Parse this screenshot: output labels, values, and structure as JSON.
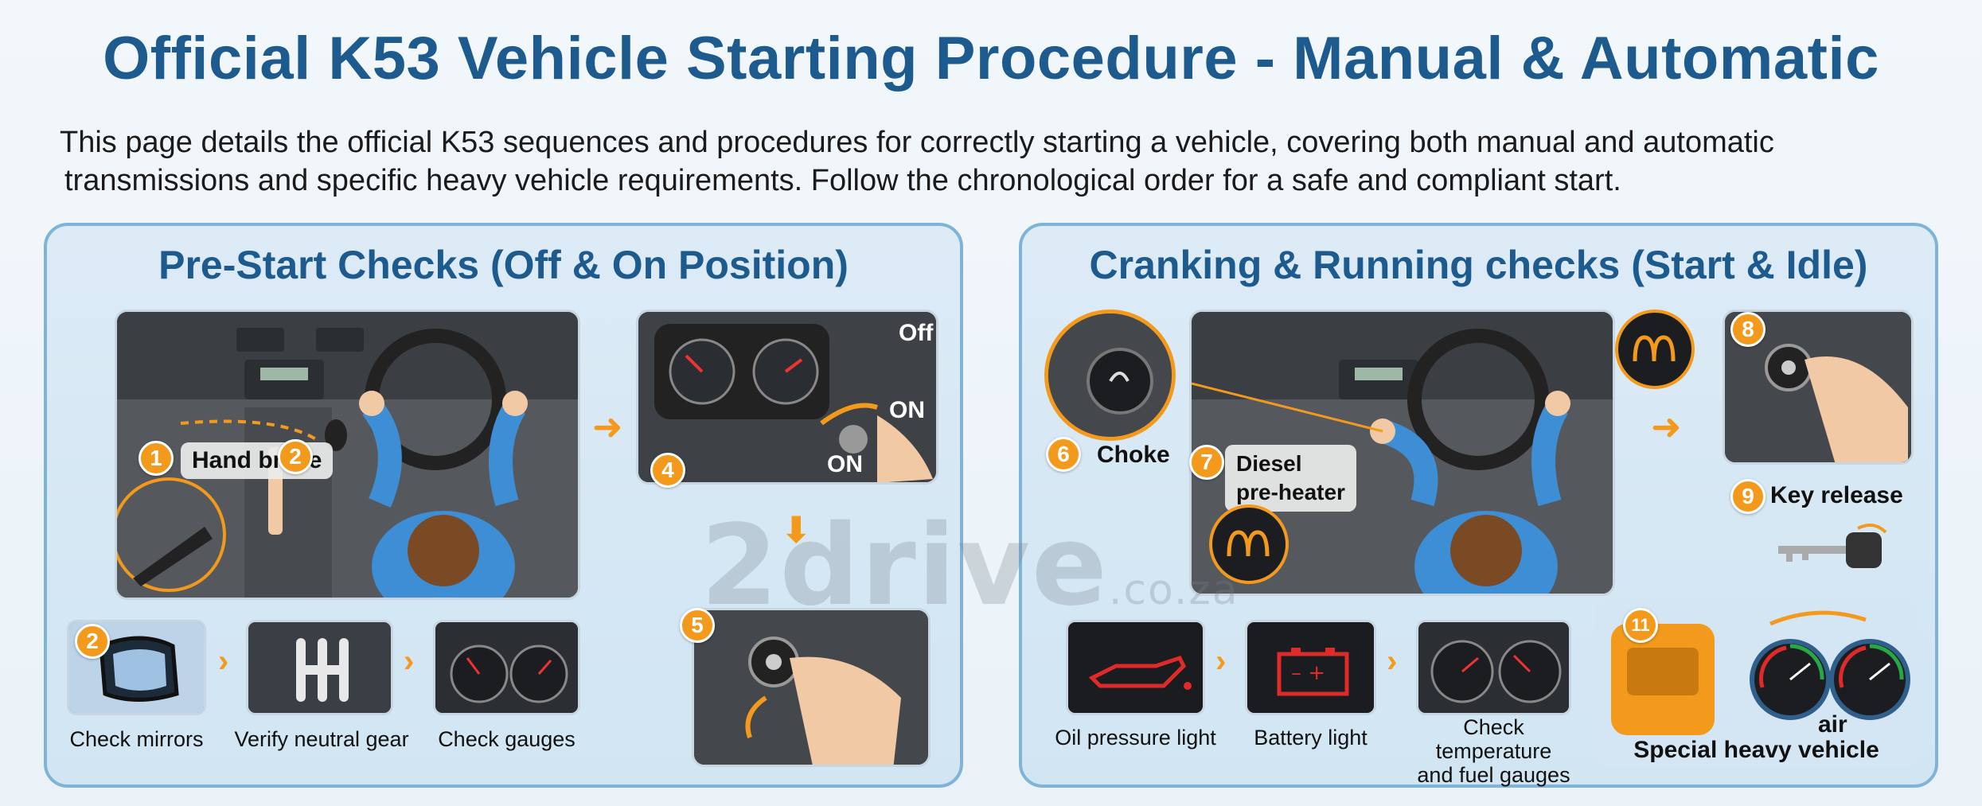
{
  "header": {
    "title": "Official K53 Vehicle Starting Procedure - Manual & Automatic",
    "intro_line1": "This page details the official K53 sequences and procedures for correctly starting a vehicle, covering both manual and automatic",
    "intro_line2": "transmissions and specific heavy vehicle requirements. Follow the chronological order for a safe and compliant start."
  },
  "left_panel": {
    "title": "Pre-Start Checks (Off & On Position)",
    "badges": [
      "1",
      "2",
      "4",
      "5",
      "2"
    ],
    "hand_brake_label": "Hand brake",
    "off_label": "Off",
    "on_label_1": "ON",
    "on_label_2": "ON",
    "small_steps": [
      {
        "caption": "Check mirrors"
      },
      {
        "caption": "Verify neutral gear"
      },
      {
        "caption": "Check gauges"
      }
    ]
  },
  "right_panel": {
    "title": "Cranking & Running checks (Start & Idle)",
    "choke_badge": "6",
    "choke_label": "Choke",
    "preheater_badge": "7",
    "preheater_label_1": "Diesel",
    "preheater_label_2": "pre-heater",
    "key_badge": "8",
    "key_release_badge": "9",
    "key_release_label": "Key release",
    "heavy_badge": "11",
    "heavy_air_label": "air",
    "heavy_label": "Special heavy vehicle",
    "small_steps": [
      {
        "caption": "Oil pressure light"
      },
      {
        "caption": "Battery light"
      },
      {
        "caption_1": "Check temperature",
        "caption_2": "and fuel gauges"
      }
    ]
  },
  "watermark": {
    "brand": "2drive",
    "domain": ".co.za"
  },
  "colors": {
    "accent": "#f39a1c",
    "title": "#1d5a8e",
    "panel_border": "#7fb4d8"
  }
}
